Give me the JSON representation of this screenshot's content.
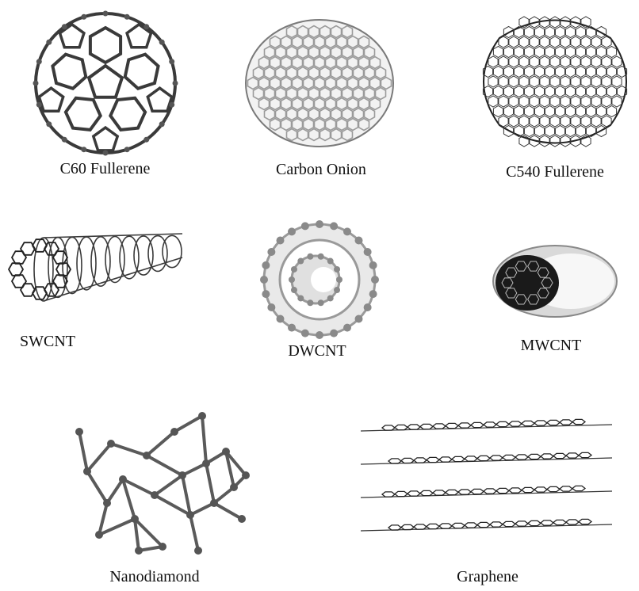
{
  "figure": {
    "items": [
      {
        "label": "C60 Fullerene",
        "icon": "c60-fullerene-icon"
      },
      {
        "label": "Carbon Onion",
        "icon": "carbon-onion-icon"
      },
      {
        "label": "C540 Fullerene",
        "icon": "c540-fullerene-icon"
      },
      {
        "label": "SWCNT",
        "icon": "swcnt-icon"
      },
      {
        "label": "DWCNT",
        "icon": "dwcnt-icon"
      },
      {
        "label": "MWCNT",
        "icon": "mwcnt-icon"
      },
      {
        "label": "Nanodiamond",
        "icon": "nanodiamond-icon"
      },
      {
        "label": "Graphene",
        "icon": "graphene-icon"
      }
    ],
    "colors": {
      "bond": "#3a3a3a",
      "atom": "#555555",
      "shell": "#9a9a9a"
    }
  }
}
